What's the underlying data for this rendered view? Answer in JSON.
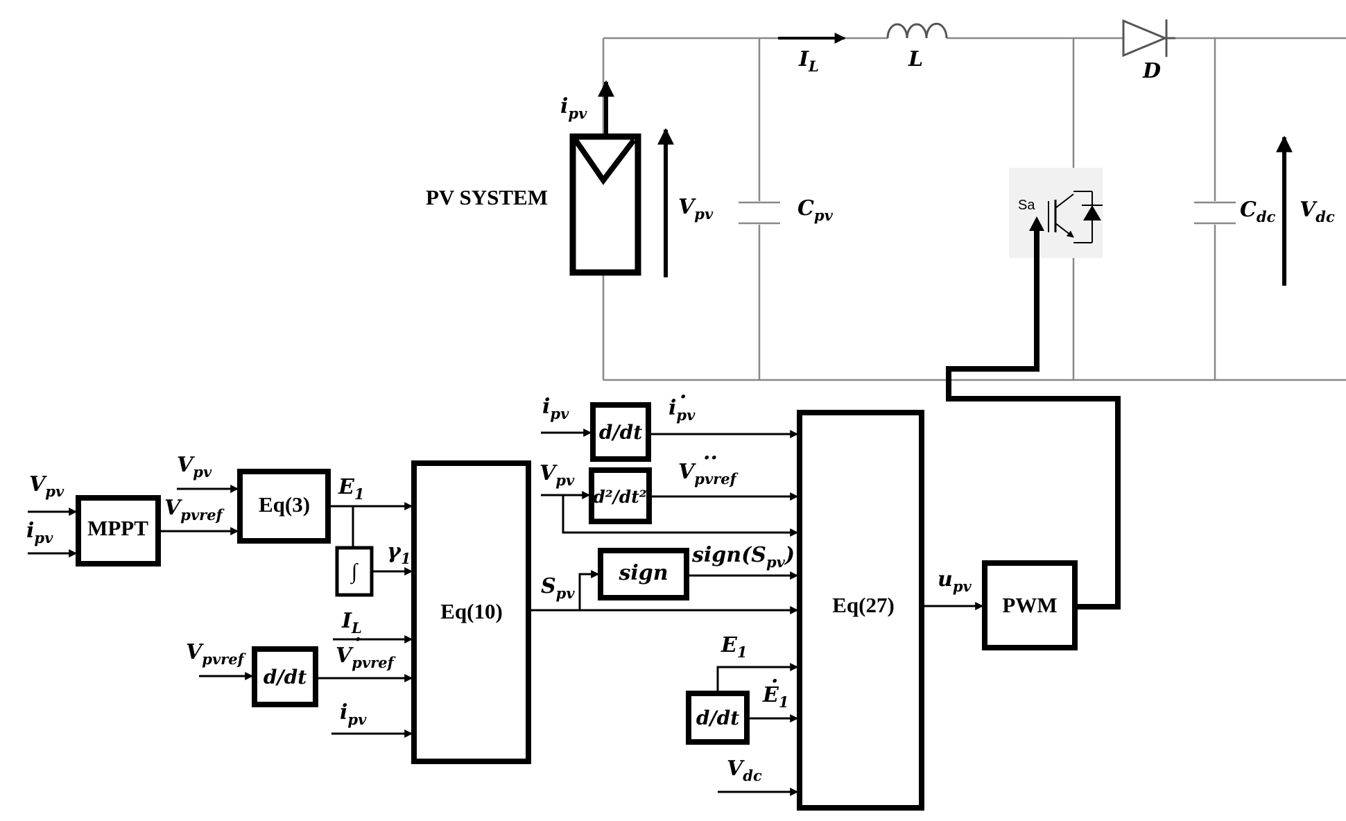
{
  "circuit": {
    "pv_label": "PV SYSTEM",
    "ipv": {
      "base": "i",
      "sub": "pv"
    },
    "vpv": {
      "base": "V",
      "sub": "pv"
    },
    "il": {
      "base": "I",
      "sub": "L"
    },
    "inductor": "L",
    "cpv": {
      "base": "C",
      "sub": "pv"
    },
    "diode": "D",
    "switch": "Sa",
    "cdc": {
      "base": "C",
      "sub": "dc"
    },
    "vdc": {
      "base": "V",
      "sub": "dc"
    }
  },
  "blocks": {
    "mppt": "MPPT",
    "eq3": "Eq(3)",
    "integrator": "∫",
    "eq10": "Eq(10)",
    "ddt_ipv": "d/dt",
    "d2dt2": "d²/dt²",
    "sign": "sign",
    "eq27": "Eq(27)",
    "pwm": "PWM",
    "ddt_vref": "d/dt",
    "ddt_e1": "d/dt"
  },
  "signals": {
    "mppt_vpv": {
      "base": "V",
      "sub": "pv"
    },
    "mppt_ipv": {
      "base": "i",
      "sub": "pv"
    },
    "eq3_vpv": {
      "base": "V",
      "sub": "pv"
    },
    "vpvref": {
      "base": "V",
      "sub": "pvref"
    },
    "e1": {
      "base": "E",
      "sub": "1"
    },
    "gamma1": {
      "base": "γ",
      "sub": "1"
    },
    "il_in": {
      "base": "I",
      "sub": "L"
    },
    "vref_in": {
      "base": "V",
      "sub": "pvref"
    },
    "vref_dot": {
      "base": "V",
      "sub": "pvref"
    },
    "ipv_in_eq10": {
      "base": "i",
      "sub": "pv"
    },
    "ipv_top": {
      "base": "i",
      "sub": "pv"
    },
    "ipv_dot": {
      "base": "i",
      "sub": "pv"
    },
    "vpv_top": {
      "base": "V",
      "sub": "pv"
    },
    "vref_ddot": {
      "base": "V",
      "sub": "pvref"
    },
    "spv": {
      "base": "S",
      "sub": "pv"
    },
    "sign_out": {
      "base": "sign(S",
      "sub": "pv",
      "tail": ")"
    },
    "e1_in": {
      "base": "E",
      "sub": "1"
    },
    "e1_dot": {
      "base": "E",
      "sub": "1"
    },
    "vdc_in": {
      "base": "V",
      "sub": "dc"
    },
    "upv": {
      "base": "u",
      "sub": "pv"
    }
  },
  "colors": {
    "circuit_wire": "#888888",
    "block_line": "#000000"
  }
}
